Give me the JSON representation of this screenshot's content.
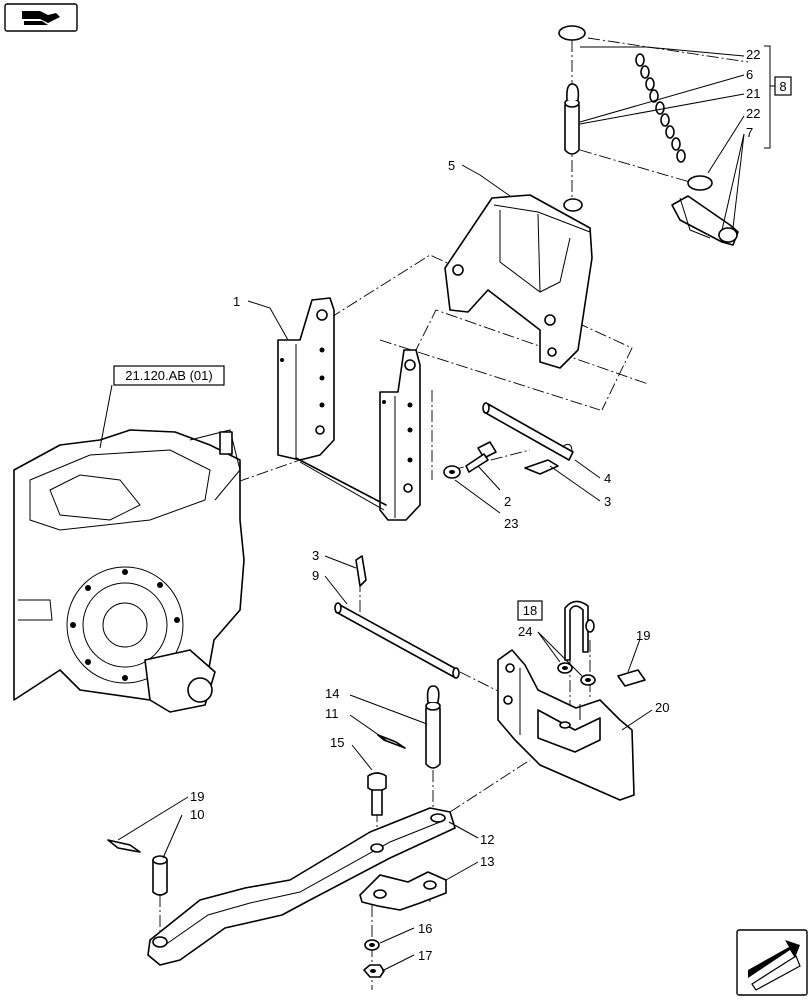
{
  "diagram": {
    "reference_label": "21.120.AB (01)",
    "callouts": {
      "c1": "1",
      "c2": "2",
      "c3a": "3",
      "c3b": "3",
      "c4": "4",
      "c5": "5",
      "c6": "6",
      "c7": "7",
      "c9": "9",
      "c10": "10",
      "c11": "11",
      "c12": "12",
      "c13": "13",
      "c14": "14",
      "c15": "15",
      "c16": "16",
      "c17": "17",
      "c19a": "19",
      "c19b": "19",
      "c20": "20",
      "c21": "21",
      "c22a": "22",
      "c22b": "22",
      "c23": "23",
      "c24": "24"
    },
    "boxed_callouts": {
      "b8": "8",
      "b18": "18"
    },
    "icons": {
      "top_left": "book-arrow-icon",
      "bottom_right": "next-page-arrow-icon"
    }
  }
}
